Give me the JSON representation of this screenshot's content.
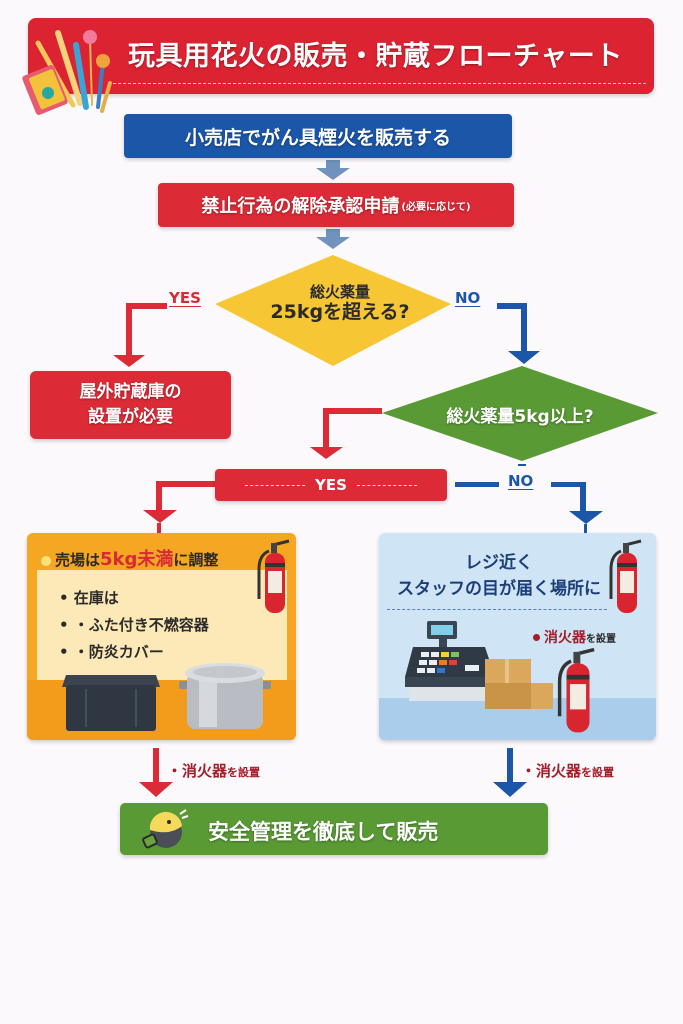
{
  "header": {
    "title": "玩具用花火の販売・貯蔵フローチャート",
    "icon": "fireworks-icon"
  },
  "steps": {
    "start": "小売店でがん具煙火を販売する",
    "permit_main": "禁止行為の解除承認申請",
    "permit_note": "(必要に応じて)"
  },
  "decision1": {
    "line1": "総火薬量",
    "line2": "25kgを超える?",
    "yes_label": "YES",
    "no_label": "NO"
  },
  "outdoor_storage": {
    "line1": "屋外貯蔵庫の",
    "line2": "設置が必要"
  },
  "decision2": {
    "text": "総火薬量5kg以上?",
    "yes_label": "YES",
    "no_label": "NO"
  },
  "left_panel": {
    "heading_pre": "売場は",
    "heading_highlight": "5kg未満",
    "heading_post": "に調整",
    "items": [
      "• 在庫は",
      "• ・ふた付き不燃容器",
      "• ・防炎カバー"
    ],
    "icons": [
      "fire-extinguisher-icon",
      "storage-box-icon",
      "metal-container-icon"
    ]
  },
  "right_panel": {
    "line1": "レジ近く",
    "line2": "スタッフの目が届く場所に",
    "extinguisher_big": "消火器",
    "extinguisher_small": "を設置",
    "icons": [
      "fire-extinguisher-icon",
      "cash-register-icon",
      "cardboard-box-icon"
    ]
  },
  "install_notes": {
    "left_big": "・消火器",
    "left_small": "を設置",
    "right_big": "・消火器",
    "right_small": "を設置"
  },
  "final": {
    "text": "安全管理を徹底して販売",
    "icon": "safety-helmet-icon"
  },
  "colors": {
    "red": "#dc2b36",
    "blue": "#1b56a9",
    "yellow": "#f7c634",
    "green": "#5a9a35",
    "orange": "#f5a623",
    "light_blue": "#cfe5f6",
    "gray_arrow": "#6f93bd"
  }
}
